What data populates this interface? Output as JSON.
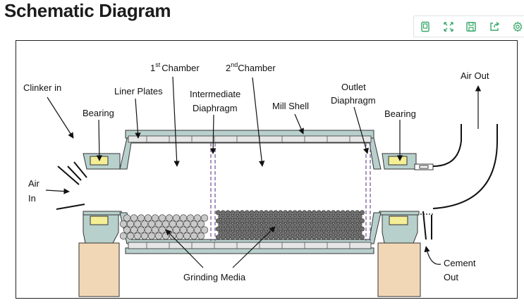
{
  "page": {
    "title": "Schematic Diagram"
  },
  "toolbar": {
    "buttons": [
      {
        "icon": "save-as-image-icon"
      },
      {
        "icon": "restore-zoom-icon"
      },
      {
        "icon": "save-icon"
      },
      {
        "icon": "export-icon"
      },
      {
        "icon": "settings-icon"
      }
    ],
    "accent": "#3aa86b"
  },
  "diagram": {
    "labels": {
      "clinker_in": "Clinker in",
      "bearing_left": "Bearing",
      "liner_plates": "Liner Plates",
      "chamber1_num": "1",
      "chamber1_sup": "st",
      "chamber1_text": "Chamber",
      "chamber2_num": "2",
      "chamber2_sup": "nd",
      "chamber2_text": "Chamber",
      "intermediate_1": "Intermediate",
      "intermediate_2": "Diaphragm",
      "mill_shell": "Mill Shell",
      "outlet_1": "Outlet",
      "outlet_2": "Diaphragm",
      "bearing_right": "Bearing",
      "air_out": "Air Out",
      "air_in_1": "Air",
      "air_in_2": "In",
      "grinding_media": "Grinding Media",
      "cement_1": "Cement",
      "cement_2": "Out"
    },
    "colors": {
      "shell_fill": "#b8d0cc",
      "liner_fill": "#e6e6e6",
      "bearing_fill": "#f4ee96",
      "pedestal_fill": "#f2d7b6",
      "support_fill": "#b8d0cc",
      "media_chamber1": "#c9c9c9",
      "media_chamber2": "#6e6e6e",
      "diaphragm_line": "#7a5a9a"
    }
  }
}
